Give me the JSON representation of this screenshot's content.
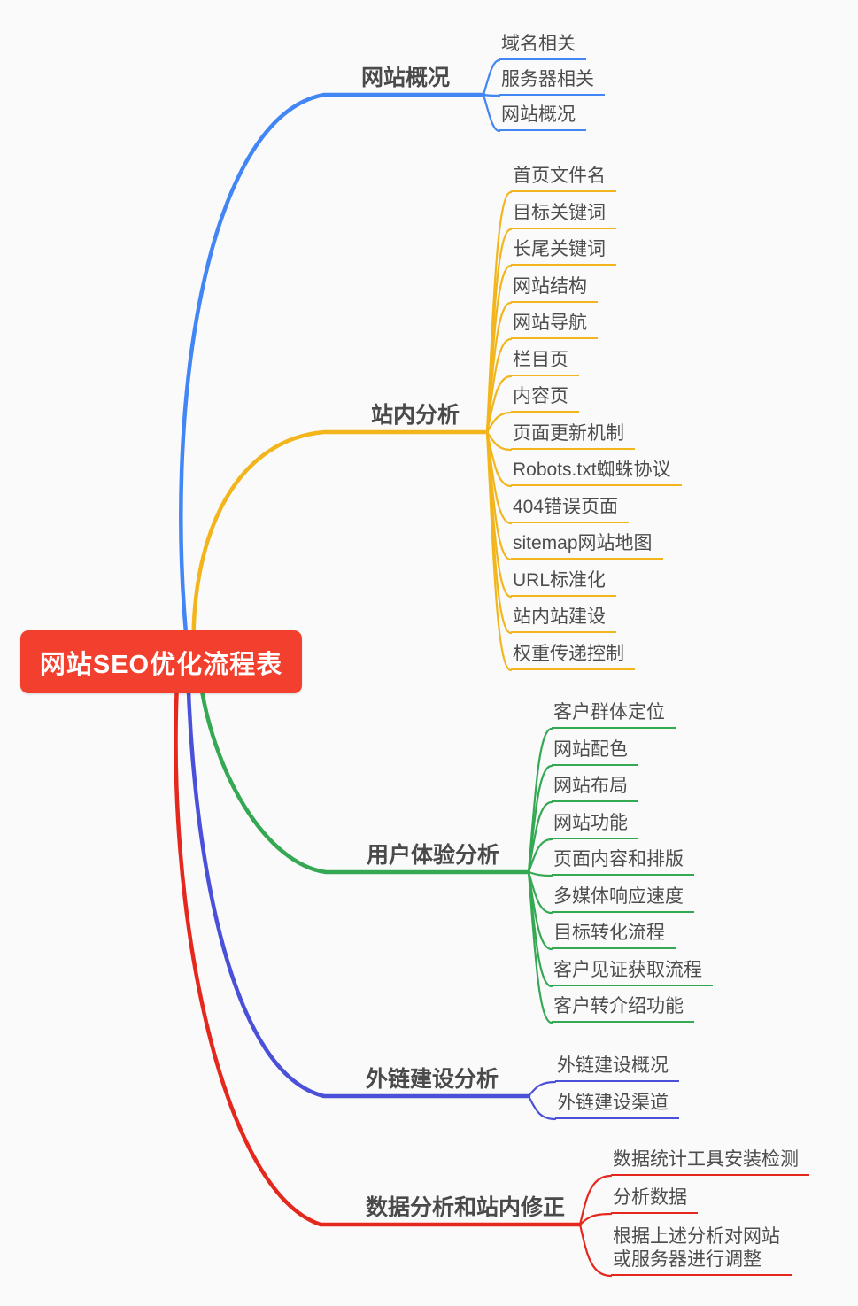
{
  "root": {
    "label": "网站SEO优化流程表",
    "bg_color": "#f3402e",
    "text_color": "#ffffff"
  },
  "branches": [
    {
      "label": "网站概况",
      "color": "#4285f4",
      "children": [
        "域名相关",
        "服务器相关",
        "网站概况"
      ]
    },
    {
      "label": "站内分析",
      "color": "#f2b61c",
      "children": [
        "首页文件名",
        "目标关键词",
        "长尾关键词",
        "网站结构",
        "网站导航",
        "栏目页",
        "内容页",
        "页面更新机制",
        "Robots.txt蜘蛛协议",
        "404错误页面",
        "sitemap网站地图",
        "URL标准化",
        "站内站建设",
        "权重传递控制"
      ]
    },
    {
      "label": "用户体验分析",
      "color": "#34a853",
      "children": [
        "客户群体定位",
        "网站配色",
        "网站布局",
        "网站功能",
        "页面内容和排版",
        "多媒体响应速度",
        "目标转化流程",
        "客户见证获取流程",
        "客户转介绍功能"
      ]
    },
    {
      "label": "外链建设分析",
      "color": "#4b50d9",
      "children": [
        "外链建设概况",
        "外链建设渠道"
      ]
    },
    {
      "label": "数据分析和站内修正",
      "color": "#e5281e",
      "children": [
        "数据统计工具安装检测",
        "分析数据",
        "根据上述分析对网站或服务器进行调整"
      ]
    }
  ]
}
